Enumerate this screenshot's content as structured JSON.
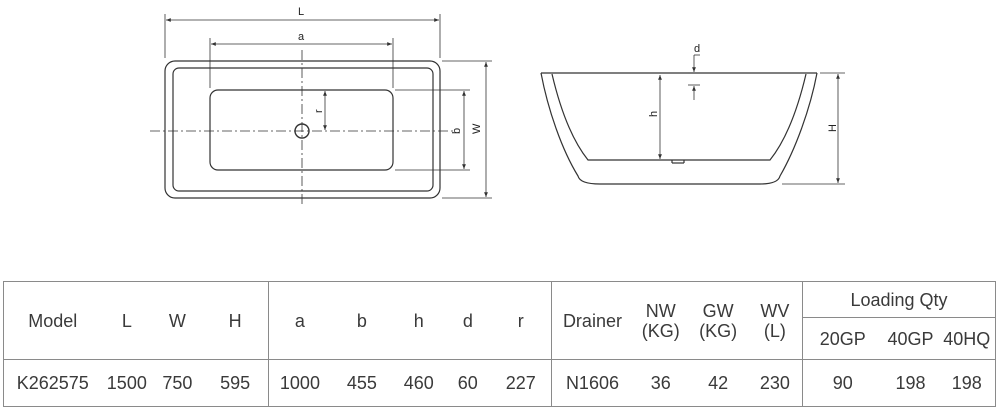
{
  "top_view": {
    "L": "L",
    "a": "a",
    "r": "r",
    "b": "b",
    "W": "W"
  },
  "side_view": {
    "d": "d",
    "h": "h",
    "H": "H"
  },
  "table": {
    "headers": {
      "model": "Model",
      "L": "L",
      "W": "W",
      "H": "H",
      "a": "a",
      "b": "b",
      "h": "h",
      "d": "d",
      "r": "r",
      "drainer": "Drainer",
      "nw_line1": "NW",
      "nw_line2": "(KG)",
      "gw_line1": "GW",
      "gw_line2": "(KG)",
      "wv_line1": "WV",
      "wv_line2": "(L)",
      "loading": "Loading Qty",
      "q20gp": "20GP",
      "q40gp": "40GP",
      "q40hq": "40HQ"
    },
    "row": {
      "model": "K262575",
      "L": "1500",
      "W": "750",
      "H": "595",
      "a": "1000",
      "b": "455",
      "h": "460",
      "d": "60",
      "r": "227",
      "drainer": "N1606",
      "nw": "36",
      "gw": "42",
      "wv": "230",
      "q20gp": "90",
      "q40gp": "198",
      "q40hq": "198"
    }
  }
}
